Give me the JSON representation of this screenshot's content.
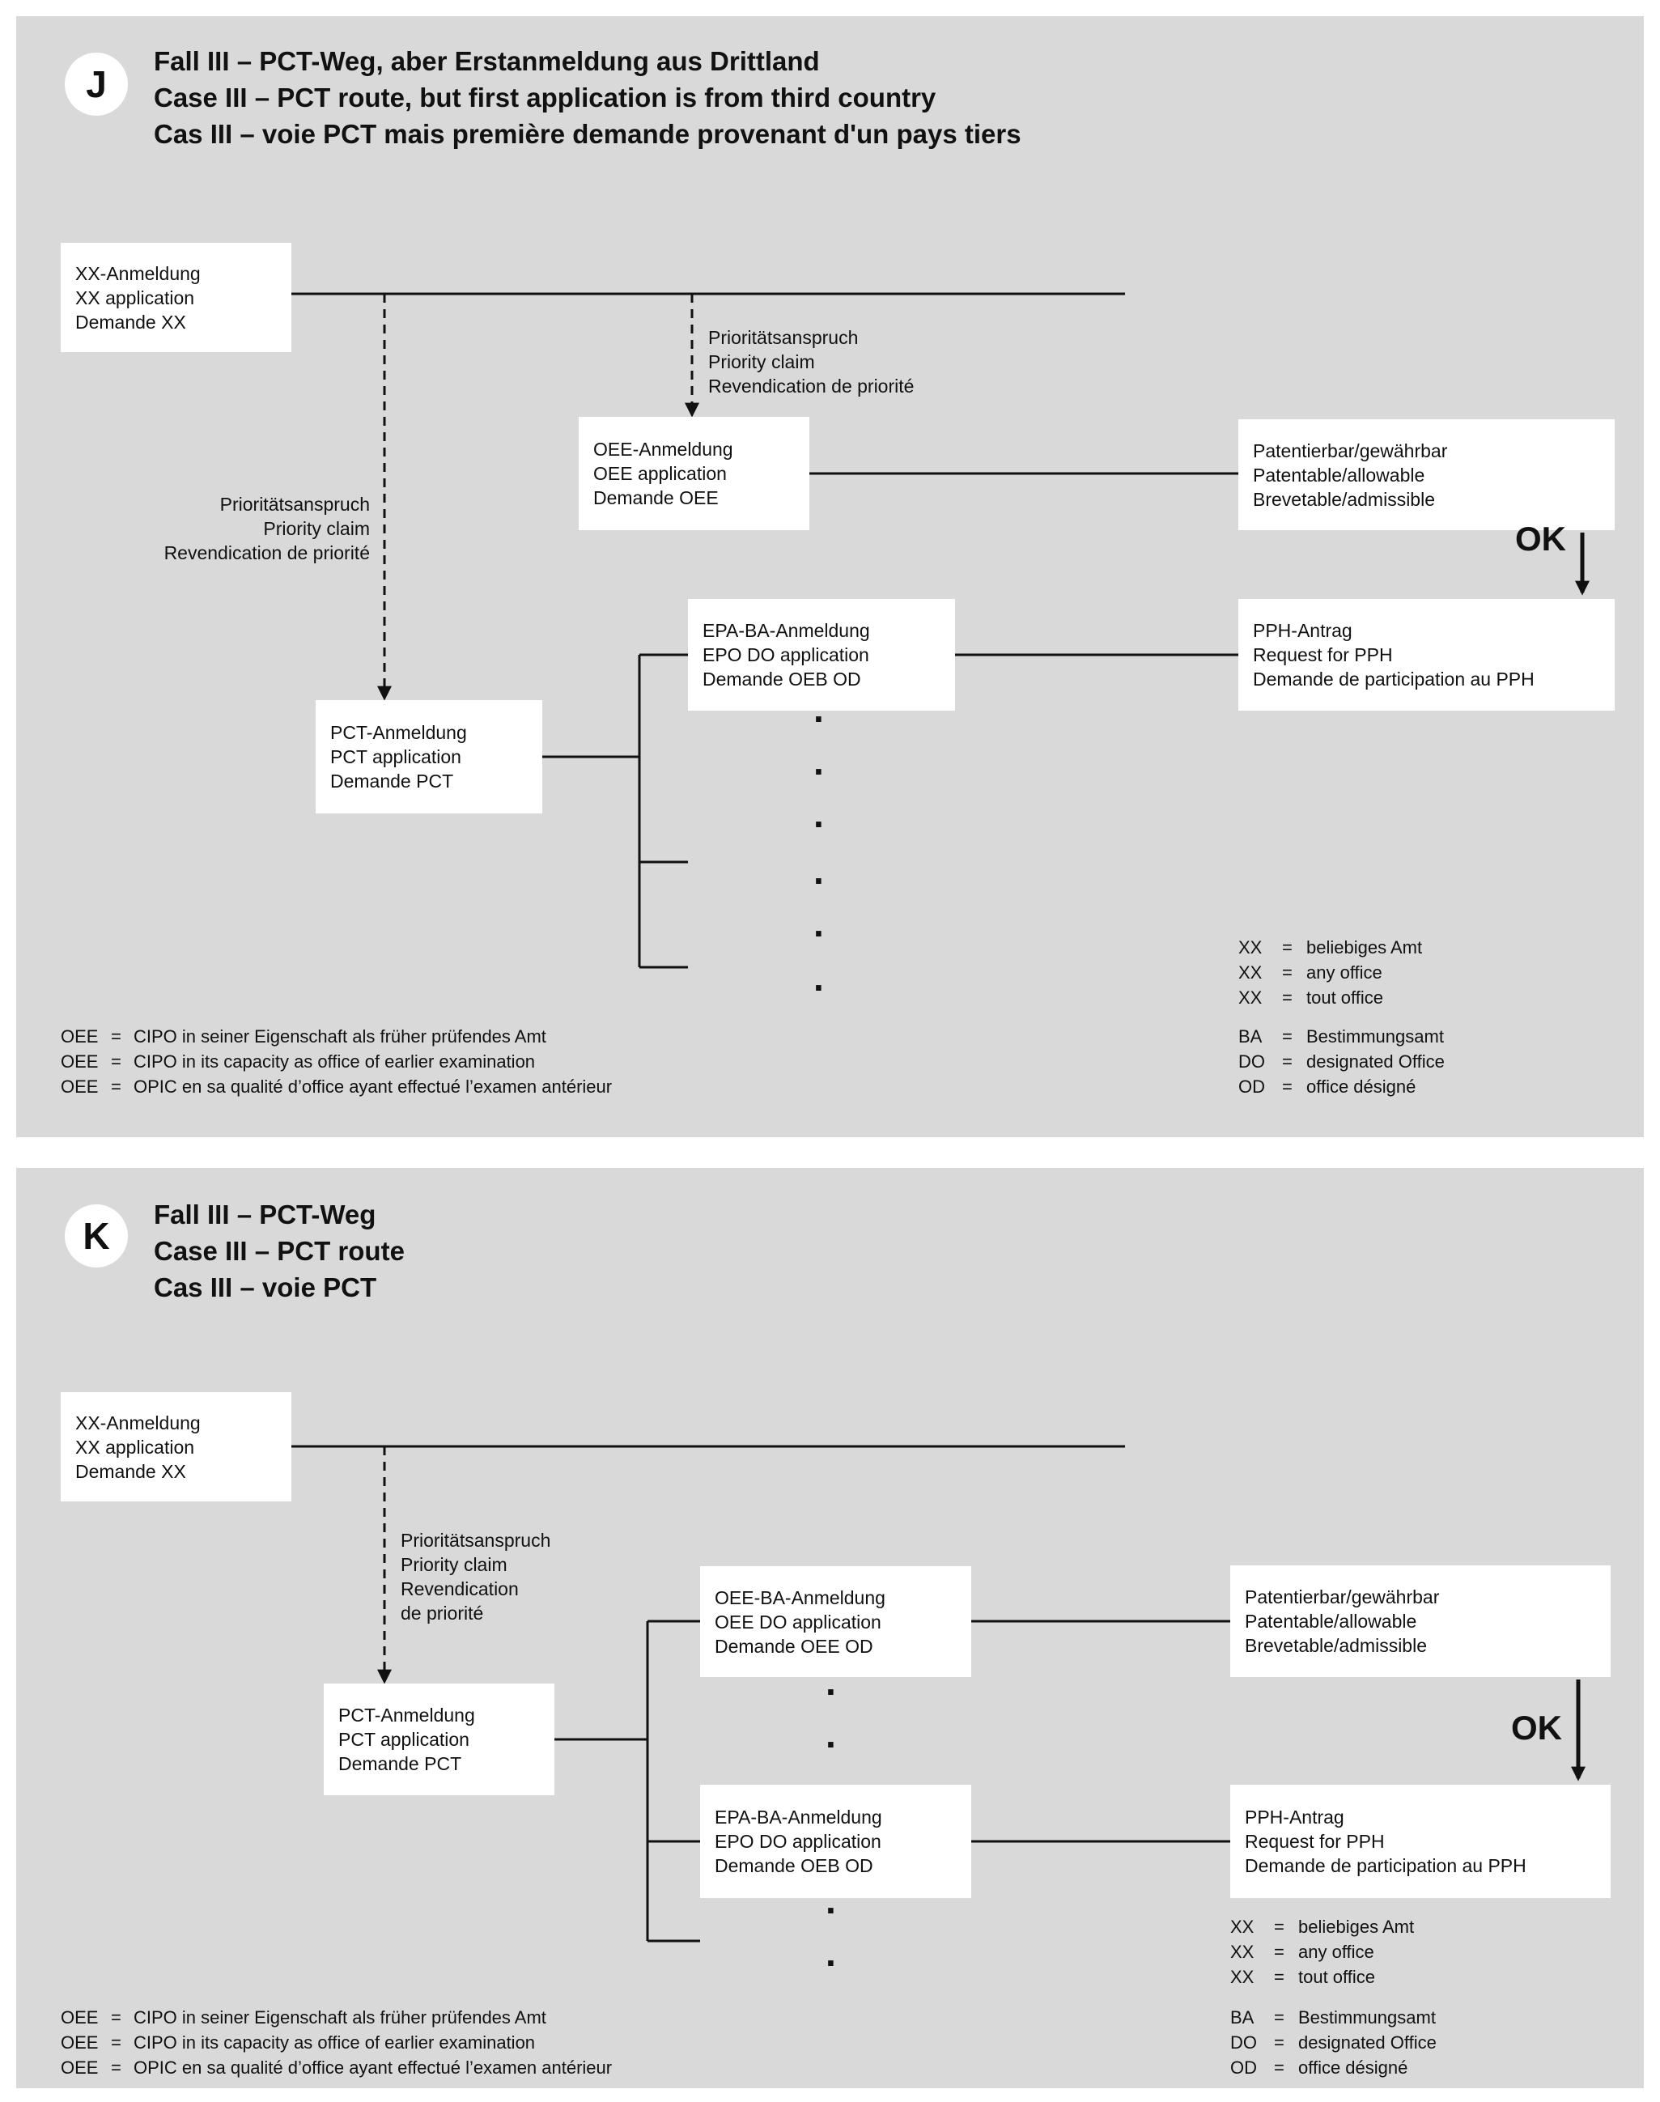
{
  "glyphs": {
    "dot": "·",
    "eq": "="
  },
  "panels": [
    {
      "badge": "J",
      "title": [
        "Fall III – PCT-Weg, aber Erstanmeldung aus Drittland",
        "Case III – PCT route, but first application is from third country",
        "Cas III – voie PCT mais première demande provenant d'un pays tiers"
      ],
      "boxes": {
        "xx": [
          "XX-Anmeldung",
          "XX application",
          "Demande XX"
        ],
        "oee": [
          "OEE-Anmeldung",
          "OEE application",
          "Demande OEE"
        ],
        "patentable": [
          "Patentierbar/gewährbar",
          "Patentable/allowable",
          "Brevetable/admissible"
        ],
        "epo_do": [
          "EPA-BA-Anmeldung",
          "EPO DO application",
          "Demande OEB OD"
        ],
        "pph": [
          "PPH-Antrag",
          "Request for PPH",
          "Demande de participation au PPH"
        ],
        "pct": [
          "PCT-Anmeldung",
          "PCT application",
          "Demande PCT"
        ]
      },
      "labels": {
        "priority_to_oee": [
          "Prioritätsanspruch",
          "Priority claim",
          "Revendication de priorité"
        ],
        "priority_to_pct": [
          "Prioritätsanspruch",
          "Priority claim",
          "Revendication de priorité"
        ],
        "ok": "OK"
      },
      "legend_oee": [
        {
          "abbr": "OEE",
          "text": "CIPO in seiner Eigenschaft als früher prüfendes Amt"
        },
        {
          "abbr": "OEE",
          "text": "CIPO in its capacity as office of earlier examination"
        },
        {
          "abbr": "OEE",
          "text": "OPIC en sa qualité d’office ayant effectué l’examen antérieur"
        }
      ],
      "legend_xx": [
        {
          "abbr": "XX",
          "text": "beliebiges Amt"
        },
        {
          "abbr": "XX",
          "text": "any office"
        },
        {
          "abbr": "XX",
          "text": "tout office"
        }
      ],
      "legend_offices": [
        {
          "abbr": "BA",
          "text": "Bestimmungsamt"
        },
        {
          "abbr": "DO",
          "text": "designated Office"
        },
        {
          "abbr": "OD",
          "text": "office désigné"
        }
      ]
    },
    {
      "badge": "K",
      "title": [
        "Fall III – PCT-Weg",
        "Case III – PCT route",
        "Cas III – voie PCT"
      ],
      "boxes": {
        "xx": [
          "XX-Anmeldung",
          "XX application",
          "Demande XX"
        ],
        "pct": [
          "PCT-Anmeldung",
          "PCT application",
          "Demande PCT"
        ],
        "oee_do": [
          "OEE-BA-Anmeldung",
          "OEE DO application",
          "Demande OEE OD"
        ],
        "patentable": [
          "Patentierbar/gewährbar",
          "Patentable/allowable",
          "Brevetable/admissible"
        ],
        "epo_do": [
          "EPA-BA-Anmeldung",
          "EPO DO application",
          "Demande OEB OD"
        ],
        "pph": [
          "PPH-Antrag",
          "Request for PPH",
          "Demande de participation au PPH"
        ]
      },
      "labels": {
        "priority_to_pct": [
          "Prioritätsanspruch",
          "Priority claim",
          "Revendication",
          "de priorité"
        ],
        "ok": "OK"
      },
      "legend_oee": [
        {
          "abbr": "OEE",
          "text": "CIPO in seiner Eigenschaft als früher prüfendes Amt"
        },
        {
          "abbr": "OEE",
          "text": "CIPO in its capacity as office of earlier examination"
        },
        {
          "abbr": "OEE",
          "text": "OPIC en sa qualité d’office ayant effectué l’examen antérieur"
        }
      ],
      "legend_xx": [
        {
          "abbr": "XX",
          "text": "beliebiges Amt"
        },
        {
          "abbr": "XX",
          "text": "any office"
        },
        {
          "abbr": "XX",
          "text": "tout office"
        }
      ],
      "legend_offices": [
        {
          "abbr": "BA",
          "text": "Bestimmungsamt"
        },
        {
          "abbr": "DO",
          "text": "designated Office"
        },
        {
          "abbr": "OD",
          "text": "office désigné"
        }
      ]
    }
  ]
}
